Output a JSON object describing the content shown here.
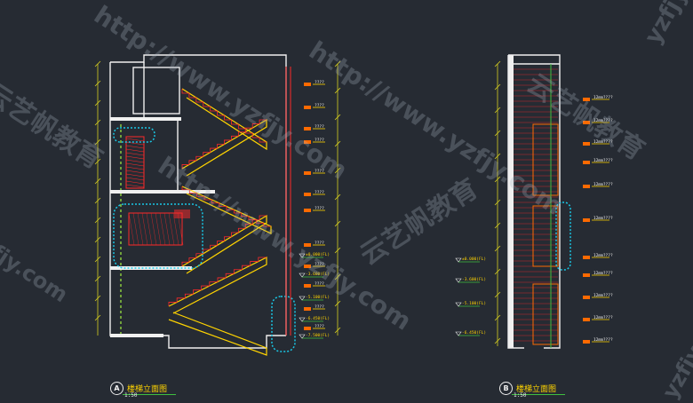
{
  "drawings": [
    {
      "id": "A",
      "label": "A",
      "title": "楼梯立面图",
      "scale": "1:50"
    },
    {
      "id": "B",
      "label": "B",
      "title": "楼梯立面图",
      "scale": "1:50"
    }
  ],
  "watermarks": {
    "url_text": "http://www.yzfjy.com",
    "brand_text": "云艺帆教育",
    "corner_text": "yzfjy",
    "small_text": "fjy.com"
  },
  "annotations": {
    "elev_a": [
      "±0.000(FL)",
      "-3.600(FL)",
      "-5.100(FL)",
      "-6.450(FL)",
      "-7.500(FL)"
    ],
    "elev_b": [
      "±0.000(FL)",
      "-3.600(FL)",
      "-5.100(FL)",
      "-6.450(FL)"
    ],
    "label_12mm": "12mm????",
    "label_q": "????"
  },
  "colors": {
    "background": "#262b33",
    "wall": "#f0f0f0",
    "stair": "#ffd400",
    "hatch": "#ff2a2a",
    "dimension": "#d8d020",
    "cloud": "#19c8e6",
    "level": "#3fbf3f",
    "tag": "#ff6a00"
  }
}
